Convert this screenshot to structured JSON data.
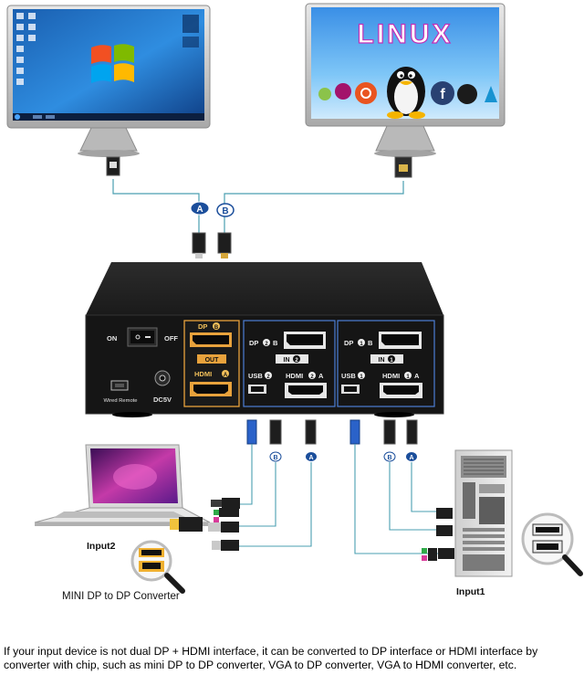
{
  "monitor_b": {
    "title": "LINUX"
  },
  "badges": {
    "a": "A",
    "b": "B"
  },
  "kvm": {
    "on_label": "ON",
    "off_label": "OFF",
    "dp_b_label": "DP",
    "dp_b_num": "B",
    "out_label": "OUT",
    "hdmi_a_label": "HDMI",
    "hdmi_a_num": "A",
    "wired_remote": "Wired Remote",
    "dc5v": "DC5V",
    "in2": {
      "label": "IN",
      "num": "2",
      "dp": "DP",
      "dp_b": "B",
      "usb": "USB",
      "hdmi": "HDMI",
      "hdmi_a": "A"
    },
    "in1": {
      "label": "IN",
      "num": "1",
      "dp": "DP",
      "dp_b": "B",
      "usb": "USB",
      "hdmi": "HDMI",
      "hdmi_a": "A"
    }
  },
  "labels": {
    "input2": "Input2",
    "input1": "Input1",
    "converter": "MINI DP to DP Converter"
  },
  "caption": {
    "line1": "If your input device is not dual DP + HDMI interface, it can be converted to DP interface or HDMI interface by",
    "line2": "converter with chip, such as mini DP to DP converter, VGA to DP converter, VGA to HDMI converter, etc."
  }
}
